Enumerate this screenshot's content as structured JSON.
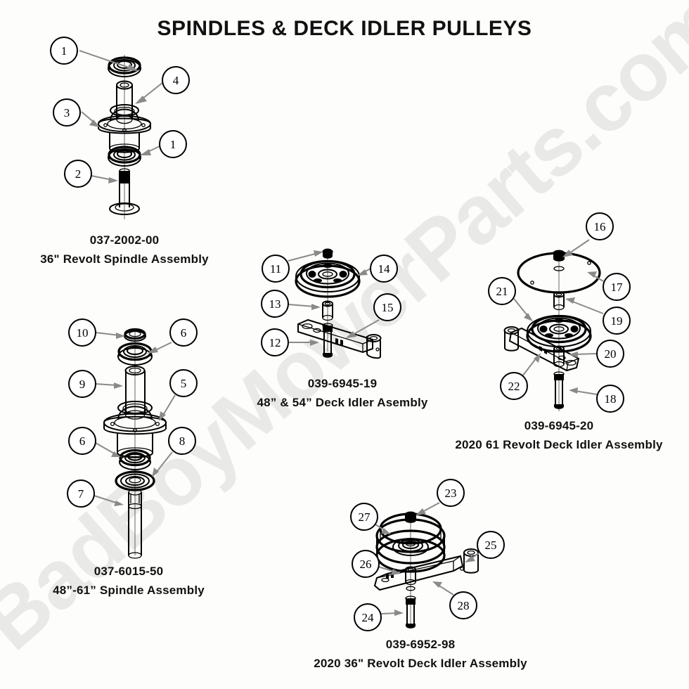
{
  "page": {
    "title": "SPINDLES & DECK IDLER PULLEYS",
    "watermark": "BadBoyMowerParts.com",
    "background_color": "#fdfdfb",
    "line_color": "#000000",
    "leader_color": "#8a8a8a"
  },
  "assemblies": [
    {
      "id": "spindle-36",
      "part_number": "037-2002-00",
      "name": "36\" Revolt Spindle Assembly",
      "callouts": [
        "1",
        "4",
        "3",
        "1",
        "2"
      ]
    },
    {
      "id": "spindle-48-61",
      "part_number": "037-6015-50",
      "name": "48”-61” Spindle Assembly",
      "callouts": [
        "10",
        "6",
        "9",
        "5",
        "6",
        "8",
        "7"
      ]
    },
    {
      "id": "idler-48-54",
      "part_number": "039-6945-19",
      "name": "48” & 54” Deck Idler Asembly",
      "callouts": [
        "11",
        "14",
        "13",
        "15",
        "12"
      ]
    },
    {
      "id": "idler-61-revolt",
      "part_number": "039-6945-20",
      "name": "2020 61 Revolt Deck Idler Assembly",
      "callouts": [
        "16",
        "17",
        "21",
        "19",
        "20",
        "22",
        "18"
      ]
    },
    {
      "id": "idler-36-revolt",
      "part_number": "039-6952-98",
      "name": "2020 36\" Revolt Deck Idler Assembly",
      "callouts": [
        "23",
        "27",
        "26",
        "25",
        "28",
        "24"
      ]
    }
  ],
  "callout_numbers": [
    "1",
    "2",
    "3",
    "4",
    "5",
    "6",
    "7",
    "8",
    "9",
    "10",
    "11",
    "12",
    "13",
    "14",
    "15",
    "16",
    "17",
    "18",
    "19",
    "20",
    "21",
    "22",
    "23",
    "24",
    "25",
    "26",
    "27",
    "28"
  ]
}
